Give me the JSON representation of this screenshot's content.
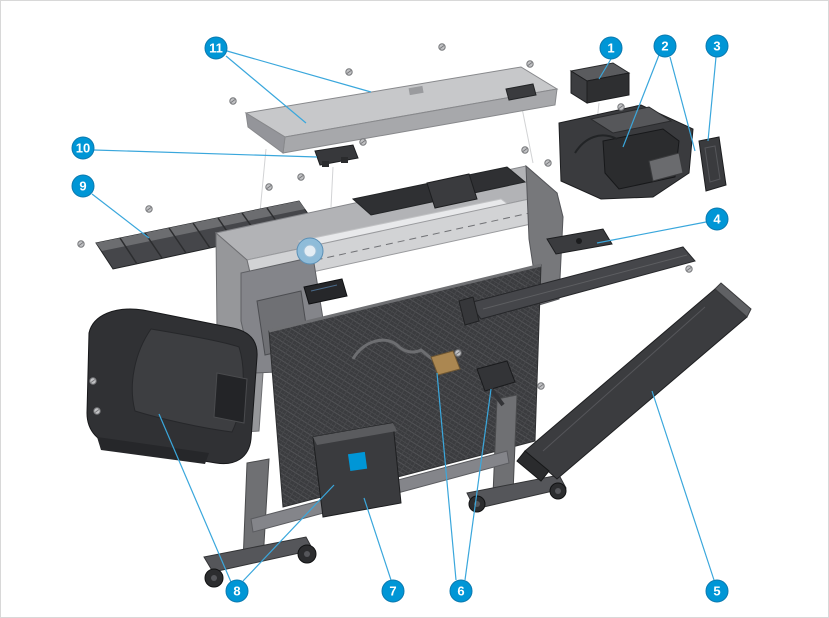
{
  "diagram": {
    "background_color": "#ffffff",
    "accent_color": "#0096d6",
    "leader_line_color": "#3aa7dc",
    "illustration": "large-format printer exploded parts view",
    "callouts": [
      {
        "label": "1"
      },
      {
        "label": "2"
      },
      {
        "label": "3"
      },
      {
        "label": "4"
      },
      {
        "label": "5"
      },
      {
        "label": "6"
      },
      {
        "label": "7"
      },
      {
        "label": "8"
      },
      {
        "label": "9"
      },
      {
        "label": "10"
      },
      {
        "label": "11"
      }
    ]
  }
}
